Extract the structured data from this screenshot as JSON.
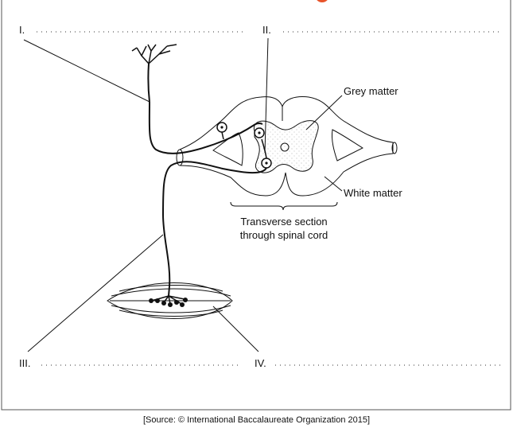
{
  "labels": {
    "blank_1": "I.",
    "blank_2": "II.",
    "blank_3": "III.",
    "blank_4": "IV.",
    "grey_matter": "Grey matter",
    "white_matter": "White matter",
    "section_line1": "Transverse section",
    "section_line2": "through spinal cord"
  },
  "source": "[Source: © International Baccalaureate Organization 2015]",
  "colors": {
    "marker": "#e8532a",
    "ink": "#111111"
  }
}
